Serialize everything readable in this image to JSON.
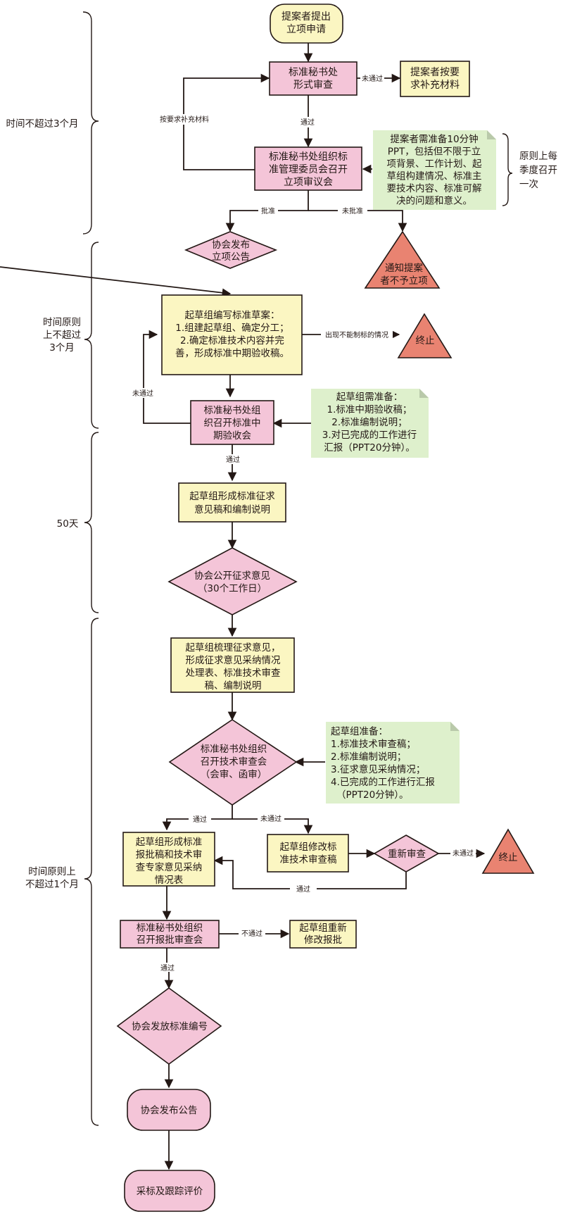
{
  "nodes": {
    "start": [
      "提案者提出",
      "立项申请"
    ],
    "formal_review": [
      "标准秘书处",
      "形式审查"
    ],
    "supplement": [
      "提案者按要",
      "求补充材料"
    ],
    "committee_meeting": [
      "标准秘书处组织标",
      "准管理委员会召开",
      "立项审议会"
    ],
    "publish_announce": [
      "协会发布",
      "立项公告"
    ],
    "notify_reject": [
      "通知提案",
      "者不予立项"
    ],
    "drafting": [
      "起草组编写标准草案：",
      "1.组建起草组、确定分工；",
      "2.确定标准技术内容并完",
      "善，形成标准中期验收稿。"
    ],
    "terminate_1": [
      "终止"
    ],
    "mid_review": [
      "标准秘书处组",
      "织召开标准中",
      "期验收会"
    ],
    "comment_draft": [
      "起草组形成标准征求",
      "意见稿和编制说明"
    ],
    "public_comment": [
      "协会公开征求意见",
      "（30个工作日）"
    ],
    "sort_comments": [
      "起草组梳理征求意见，",
      "形成征求意见采纳情况",
      "处理表、标准技术审查",
      "稿、编制说明"
    ],
    "tech_review": [
      "标准秘书处组织",
      "召开技术审查会",
      "（会审、函审）"
    ],
    "approval_draft": [
      "起草组形成标准",
      "报批稿和技术审",
      "查专家意见采纳",
      "情况表"
    ],
    "revise_tech": [
      "起草组修改标",
      "准技术审查稿"
    ],
    "re_review": [
      "重新审查"
    ],
    "terminate_2": [
      "终止"
    ],
    "approval_meeting": [
      "标准秘书处组织",
      "召开报批审查会"
    ],
    "revise_approval": [
      "起草组重新",
      "修改报批"
    ],
    "issue_number": [
      "协会发放标准编号"
    ],
    "final_announce": [
      "协会发布公告"
    ],
    "adopt_track": [
      "采标及跟踪评价"
    ]
  },
  "notes": {
    "proposer_prep": [
      "提案者需准备10分钟",
      "PPT，包括但不限于立",
      "项背景、工作计划、起",
      "草组构建情况、标准主",
      "要技术内容、标准可解",
      "决的问题和意义。"
    ],
    "quarterly": [
      "原则上每",
      "季度召开",
      "一次"
    ],
    "mid_prep": [
      "起草组需准备：",
      "1.标准中期验收稿；",
      "2.标准编制说明；",
      "3.对已完成的工作进行",
      "汇报（PPT20分钟）。"
    ],
    "tech_prep": [
      "起草组准备：",
      "1.标准技术审查稿；",
      "2.标准编制说明；",
      "3.征求意见采纳情况；",
      "4.已完成的工作进行汇报",
      "（PPT20分钟）。"
    ]
  },
  "edge_labels": {
    "not_passed_1": "未通过",
    "supplement_loop": "按要求补充材料",
    "passed_1": "通过",
    "approve": "批准",
    "not_approve": "未批准",
    "cannot_standardize": "出现不能制标的情况",
    "not_passed_2": "未通过",
    "passed_2": "通过",
    "passed_3": "通过",
    "not_passed_3": "未通过",
    "not_passed_4": "未通过",
    "passed_4": "通过",
    "not_passed_5": "不通过",
    "passed_5": "通过"
  },
  "phases": [
    [
      "时间不超过3个月"
    ],
    [
      "时间原则",
      "上不超过",
      "3个月"
    ],
    [
      "50天"
    ],
    [
      "时间原则上",
      "不超过1个月"
    ]
  ],
  "colors": {
    "pink": "#f4c5d8",
    "yellow": "#fbf6c2",
    "salmon": "#e98371",
    "note_green": "#def0cc",
    "stroke": "#231815"
  }
}
